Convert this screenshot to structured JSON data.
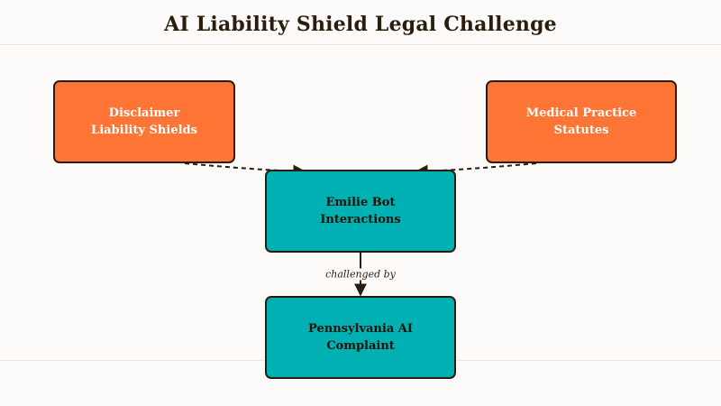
{
  "title": "AI Liability Shield Legal Challenge",
  "colors": {
    "primary_node": "#fe7535",
    "secondary_node": "#00b0b2",
    "stroke": "#2b1d0e",
    "background": "#fdfbf9"
  },
  "nodes": {
    "disclaimer": {
      "label": "Disclaimer\nLiability Shields"
    },
    "medical": {
      "label": "Medical Practice\nStatutes"
    },
    "emilie": {
      "label": "Emilie Bot\nInteractions"
    },
    "pennsylvania": {
      "label": "Pennsylvania AI\nComplaint"
    }
  },
  "edges": {
    "emilie_to_pennsylvania": {
      "label": "challenged by"
    }
  }
}
